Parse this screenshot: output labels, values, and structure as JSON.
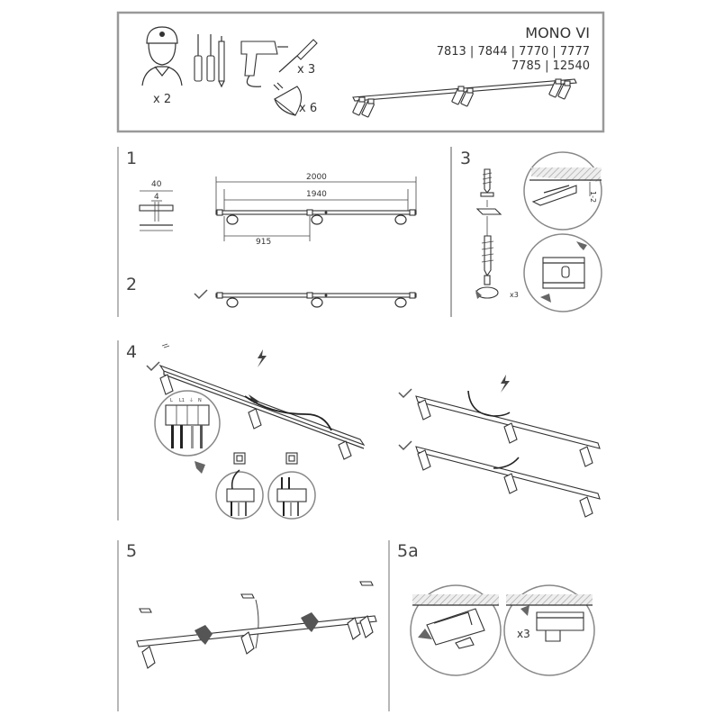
{
  "header": {
    "product_name": "MONO VI",
    "codes_line1": "7813 | 7844 | 7770 | 7777",
    "codes_line2": "7785 | 12540",
    "installers_qty": "x 2",
    "dowels_qty": "x 3",
    "bulbs_qty": "x 6"
  },
  "steps": {
    "s1": "1",
    "s2": "2",
    "s3": "3",
    "s4": "4",
    "s5": "5",
    "s5a": "5a"
  },
  "step1": {
    "dim_total": "2000",
    "dim_inner": "1940",
    "dim_offset": "915",
    "profile_width": "40",
    "profile_inner": "4"
  },
  "step3": {
    "gap_label": "1-2",
    "screw_qty": "x3"
  },
  "step4": {
    "terminal_labels": [
      "L",
      "L1",
      "⏚",
      "N"
    ]
  },
  "step5a": {
    "qty": "x3"
  },
  "colors": {
    "line": "#333333",
    "frame": "#999999",
    "hatch": "#bbbbbb"
  },
  "icons": [
    "installer-icon",
    "screwdriver-icon",
    "drill-icon",
    "dowel-icon",
    "bulb-icon",
    "lightning-icon",
    "check-icon",
    "arrow-icon",
    "switch-icon"
  ]
}
